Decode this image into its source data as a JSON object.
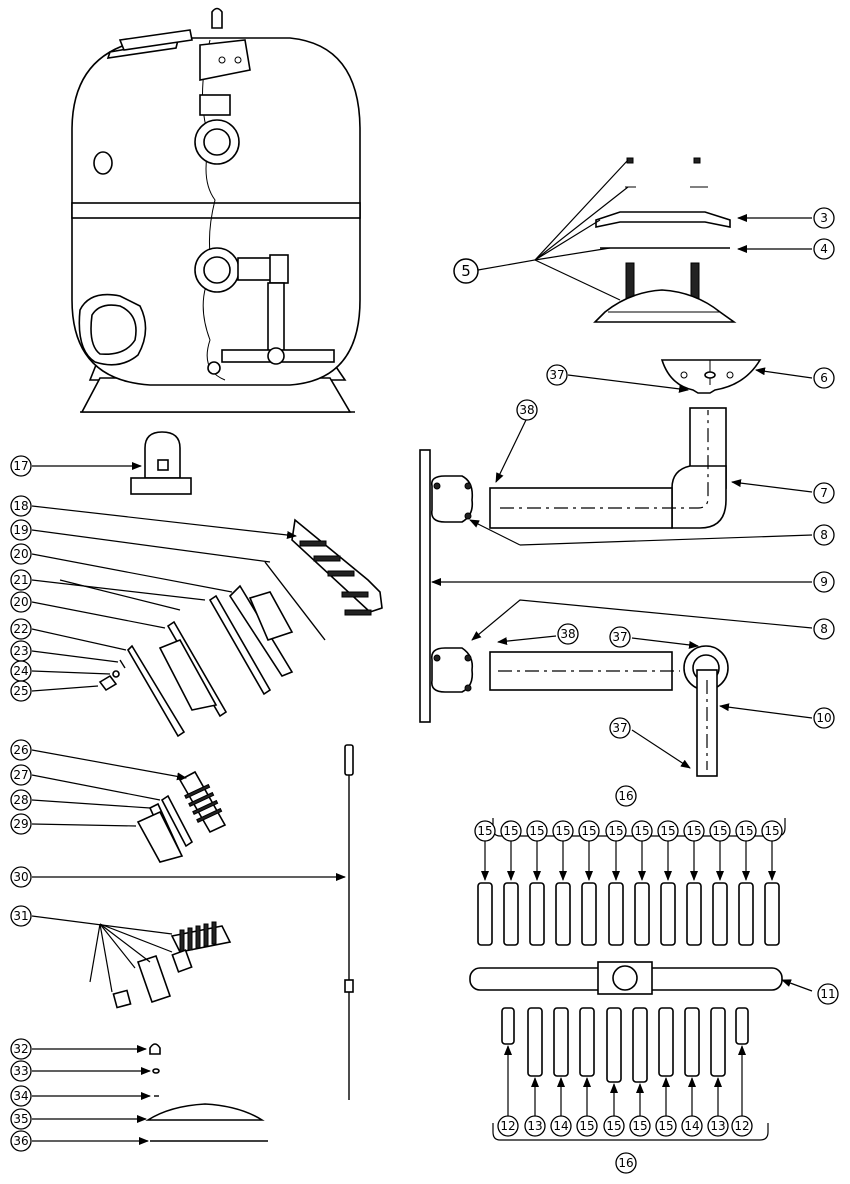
{
  "callouts": {
    "c3": "3",
    "c4": "4",
    "c5": "5",
    "c6": "6",
    "c7": "7",
    "c8a": "8",
    "c8b": "8",
    "c9": "9",
    "c10": "10",
    "c11": "11",
    "c12a": "12",
    "c12b": "12",
    "c13a": "13",
    "c13b": "13",
    "c14a": "14",
    "c14b": "14",
    "c15top": [
      "15",
      "15",
      "15",
      "15",
      "15",
      "15",
      "15",
      "15",
      "15",
      "15",
      "15",
      "15"
    ],
    "c15bot": [
      "15",
      "15",
      "15",
      "15"
    ],
    "c16a": "16",
    "c16b": "16",
    "c17": "17",
    "c18": "18",
    "c19": "19",
    "c20a": "20",
    "c20b": "20",
    "c21": "21",
    "c22": "22",
    "c23": "23",
    "c24": "24",
    "c25": "25",
    "c26": "26",
    "c27": "27",
    "c28": "28",
    "c29": "29",
    "c30": "30",
    "c31": "31",
    "c32": "32",
    "c33": "33",
    "c34": "34",
    "c35": "35",
    "c36": "36",
    "c37a": "37",
    "c37b": "37",
    "c37c": "37",
    "c38a": "38",
    "c38b": "38"
  },
  "colors": {
    "line": "#000000",
    "background": "#ffffff"
  }
}
